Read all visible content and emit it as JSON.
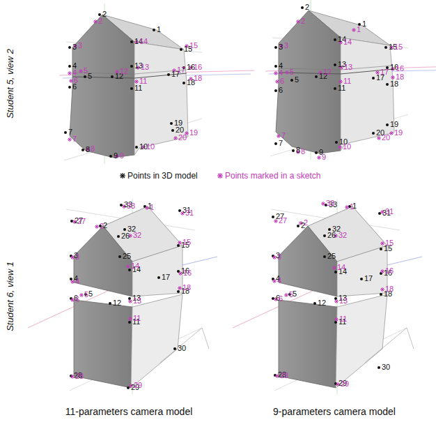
{
  "diagram": {
    "labels": [
      "Student 5, view 2",
      "Student 6, view 1",
      "11-parameters camera model",
      "9-parameters camera model",
      "2",
      "1",
      "3",
      "14",
      "15",
      "4",
      "13",
      "16",
      "5",
      "12",
      "17",
      "6",
      "11",
      "18",
      "7",
      "19",
      "20",
      "8",
      "9",
      "10",
      "2",
      "3",
      "14",
      "15",
      "4",
      "5",
      "12",
      "13",
      "16",
      "17",
      "18",
      "11",
      "6",
      "7",
      "8",
      "9",
      "10",
      "20",
      "19",
      "2",
      "1",
      "3",
      "14",
      "15",
      "4",
      "13",
      "16",
      "5",
      "12",
      "17",
      "6",
      "11",
      "18",
      "7",
      "19",
      "20",
      "8",
      "9",
      "10",
      "2",
      "1",
      "3",
      "14",
      "15",
      "4",
      "5",
      "12",
      "13",
      "16",
      "17",
      "18",
      "11",
      "6",
      "7",
      "8",
      "9",
      "10",
      "20",
      "19",
      "33",
      "1",
      "31",
      "27",
      "2",
      "32",
      "26",
      "15",
      "3",
      "25",
      "14",
      "17",
      "16",
      "4",
      "5",
      "6",
      "12",
      "13",
      "18",
      "11",
      "30",
      "28",
      "29",
      "33",
      "1",
      "31",
      "27",
      "2",
      "32",
      "15",
      "3",
      "14",
      "16",
      "4",
      "5",
      "6",
      "13",
      "18",
      "11",
      "28",
      "29",
      "33",
      "1",
      "31",
      "27",
      "2",
      "32",
      "26",
      "15",
      "3",
      "25",
      "14",
      "17",
      "16",
      "4",
      "5",
      "6",
      "12",
      "13",
      "18",
      "11",
      "30",
      "28",
      "29",
      "33",
      "1",
      "31",
      "27",
      "2",
      "32",
      "15",
      "3",
      "14",
      "16",
      "4",
      "5",
      "6",
      "13",
      "18",
      "11",
      "28",
      "29"
    ],
    "legend": [
      {
        "text": "Points in 3D model"
      },
      {
        "text": "Points marked in a sketch"
      }
    ]
  }
}
